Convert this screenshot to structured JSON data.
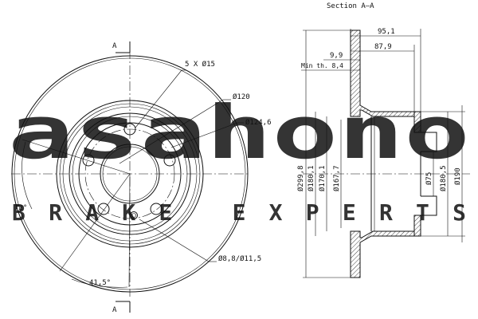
{
  "section_title": "Section A–A",
  "section_marker": "A",
  "front_view": {
    "bolt_callout": "5 X Ø15",
    "d120": "Ø120",
    "d124_6": "Ø124,6",
    "angle_72": "72°",
    "angle_41_5": "41,5°",
    "hole_callout": "Ø8,8/Ø11,5"
  },
  "section_view": {
    "w95_1": "95,1",
    "w87_9": "87,9",
    "w9_9": "9,9",
    "min_th": "Min th. 8,4",
    "diameters": [
      "Ø299,8",
      "Ø180,1",
      "Ø170,1",
      "Ø167,7",
      "Ø75",
      "Ø180,5",
      "Ø190"
    ]
  },
  "watermark": {
    "brand": "asahono",
    "tagline": "BRAKE EXPERTS"
  }
}
